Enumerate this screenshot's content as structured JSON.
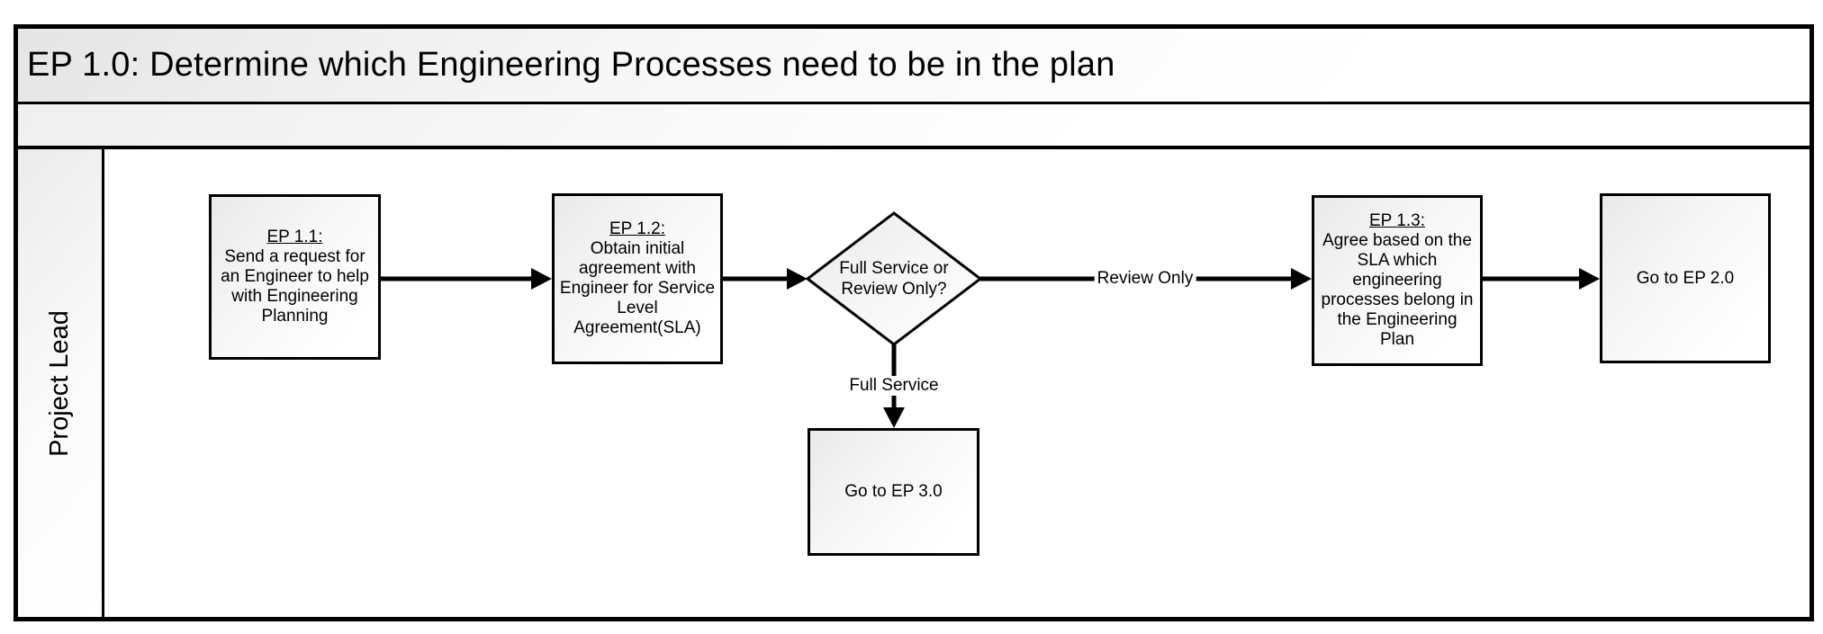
{
  "diagram": {
    "title": "EP 1.0: Determine which Engineering Processes need to be in the plan",
    "lane_label": "Project Lead",
    "nodes": {
      "ep11": {
        "heading": "EP 1.1:",
        "text": "Send a request for an Engineer to help with Engineering Planning"
      },
      "ep12": {
        "heading": "EP 1.2:",
        "text": "Obtain initial agreement with Engineer for Service Level Agreement(SLA)"
      },
      "decision": {
        "text": "Full Service or Review Only?"
      },
      "ep13": {
        "heading": "EP 1.3:",
        "text": "Agree based on the SLA  which engineering processes belong in the Engineering Plan"
      },
      "goto_ep20": {
        "text": "Go to EP 2.0"
      },
      "goto_ep30": {
        "text": "Go to EP 3.0"
      }
    },
    "edge_labels": {
      "review_only": "Review Only",
      "full_service": "Full Service"
    },
    "colors": {
      "stroke": "#000000",
      "shape_fill_start": "#e9e9e9",
      "shape_fill_end": "#ffffff"
    }
  }
}
